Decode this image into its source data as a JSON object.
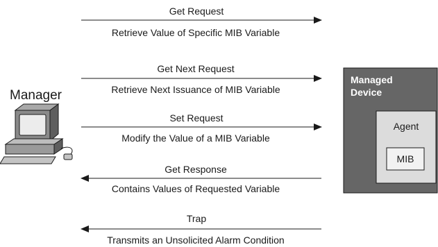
{
  "manager": {
    "label": "Manager"
  },
  "device": {
    "title_line1": "Managed",
    "title_line2": "Device",
    "agent": "Agent",
    "mib": "MIB"
  },
  "messages": [
    {
      "label": "Get Request",
      "description": "Retrieve Value of Specific MIB Variable",
      "direction": "to-device"
    },
    {
      "label": "Get Next Request",
      "description": "Retrieve Next Issuance of MIB Variable",
      "direction": "to-device"
    },
    {
      "label": "Set Request",
      "description": "Modify the Value of a MIB Variable",
      "direction": "to-device"
    },
    {
      "label": "Get Response",
      "description": "Contains Values of Requested Variable",
      "direction": "to-manager"
    },
    {
      "label": "Trap",
      "description": "Transmits an Unsolicited Alarm Condition",
      "direction": "to-manager"
    }
  ],
  "colors": {
    "device_box": "#666666",
    "agent_box": "#dcdcdc",
    "mib_box": "#f2f2f2",
    "computer_dark": "#777777",
    "computer_light": "#b8b8b8",
    "screen": "#ececec",
    "line": "#1a1a1a"
  }
}
